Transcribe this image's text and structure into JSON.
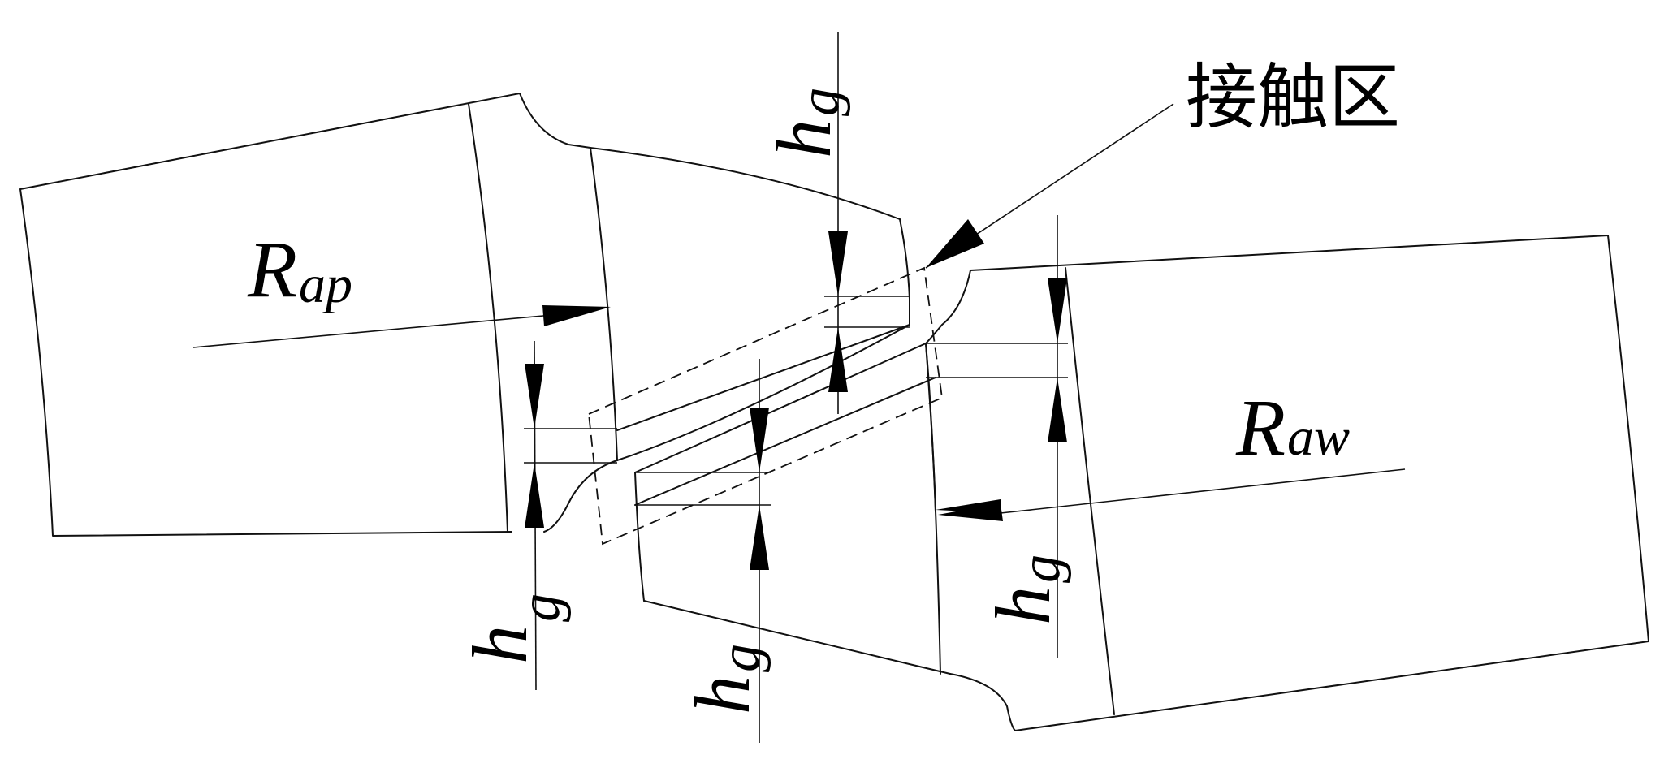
{
  "labels": {
    "contact_zone": "接触区",
    "r_ap_main": "R",
    "r_ap_sub": "ap",
    "r_aw_main": "R",
    "r_aw_sub": "aw",
    "hg_main": "h",
    "hg_sub": "g"
  },
  "colors": {
    "line": "#111111",
    "background": "#ffffff"
  }
}
